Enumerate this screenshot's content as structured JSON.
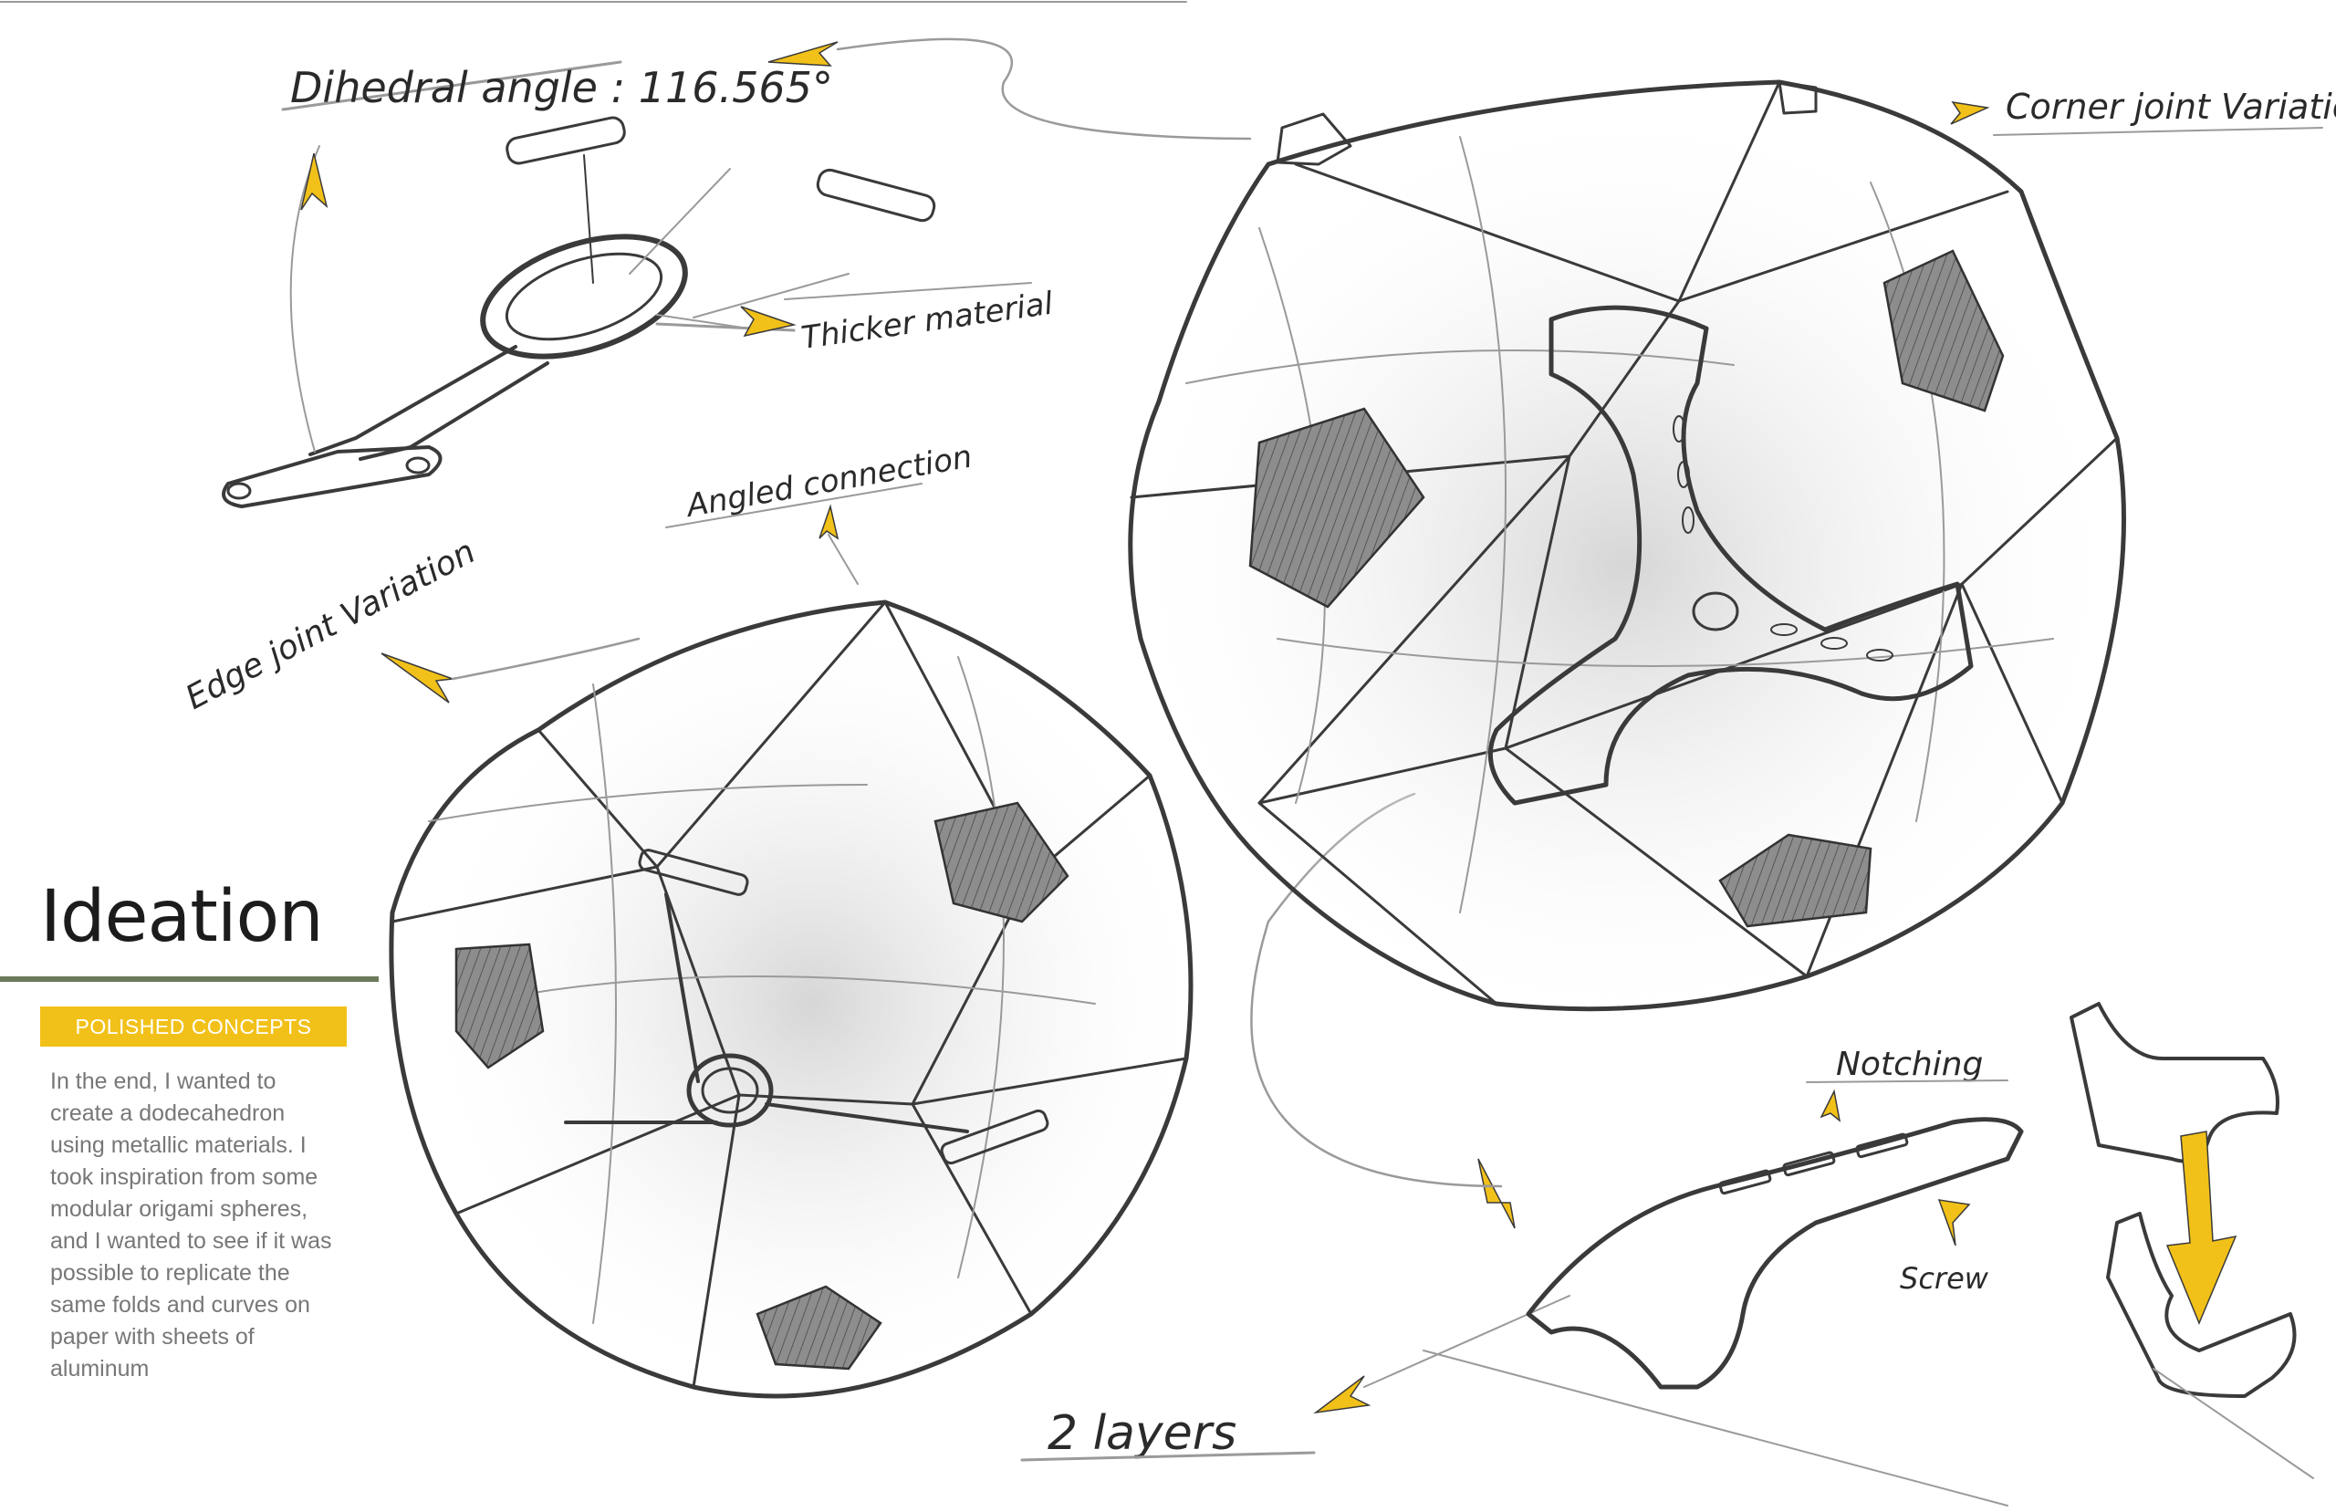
{
  "panel": {
    "title": "Ideation",
    "badge": "POLISHED CONCEPTS",
    "description": "In the end, I wanted to create a dodecahedron using metallic materials. I took  inspiration from some modular origami spheres, and I wanted to see if it was possible to replicate the same folds and curves on paper with sheets of aluminum"
  },
  "annotations": {
    "dihedral": "Dihedral angle : 116.565°",
    "thicker": "Thicker material",
    "angled": "Angled connection",
    "edge_joint": "Edge joint Variation",
    "corner_joint": "Corner joint Variation",
    "notching": "Notching",
    "screw": "Screw",
    "layers": "2 layers"
  },
  "colors": {
    "accent": "#f2c119",
    "rule": "#6b7a5c",
    "ink": "#3a3a3a"
  }
}
